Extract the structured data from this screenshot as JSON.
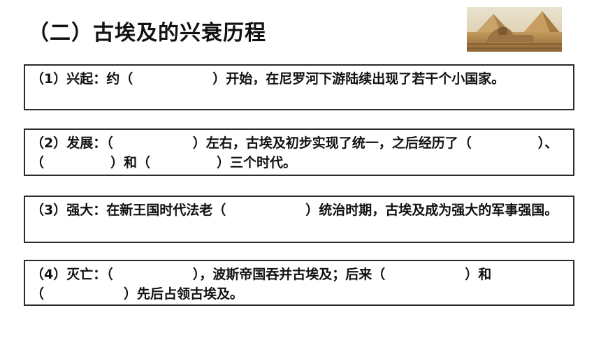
{
  "title": "（二）古埃及的兴衰历程",
  "image": {
    "icon": "pyramids-sphinx-photo"
  },
  "items": [
    {
      "text": "（1）兴起：约（　　　　　　）开始，在尼罗河下游陆续出现了若干个小国家。"
    },
    {
      "text": "（2）发展：（　　　　　　）左右，古埃及初步实现了统一，之后经历了（　　　　　）、（　　　　　）和（　　　　　）三个时代。"
    },
    {
      "text": "（3）强大：在新王国时代法老（　　　　　　）统治时期，古埃及成为强大的军事强国。"
    },
    {
      "text": "（4）灭亡：（　　　　　　），波斯帝国吞并古埃及；后来（　　　　　　）和（　　　　　　）先后占领古埃及。"
    }
  ]
}
